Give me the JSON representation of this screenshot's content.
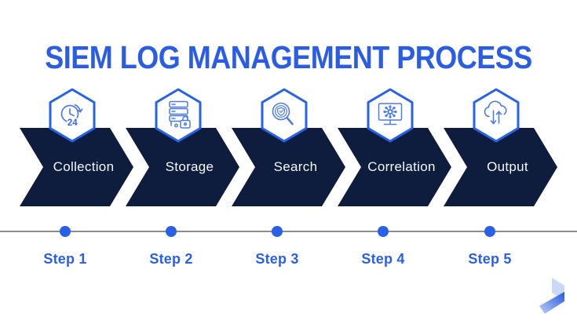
{
  "title": "SIEM LOG MANAGEMENT PROCESS",
  "colors": {
    "accent_blue": "#2b5ce6",
    "navy_arrow": "#0e1c3e",
    "hex_border_blue": "#2563eb",
    "icon_stroke_blue": "#4d7ce9",
    "timeline_gray": "#8c8c8c",
    "arrow_text": "#f5f7fb",
    "background": "#ffffff"
  },
  "steps": [
    {
      "label": "Collection",
      "step_label": "Step 1",
      "icon": "clock-24-icon"
    },
    {
      "label": "Storage",
      "step_label": "Step 2",
      "icon": "secure-server-icon"
    },
    {
      "label": "Search",
      "step_label": "Step 3",
      "icon": "search-shield-icon"
    },
    {
      "label": "Correlation",
      "step_label": "Step 4",
      "icon": "monitor-network-icon"
    },
    {
      "label": "Output",
      "step_label": "Step 5",
      "icon": "cloud-updown-icon"
    }
  ],
  "brand": {
    "logo": "brand-arrow-logo"
  }
}
